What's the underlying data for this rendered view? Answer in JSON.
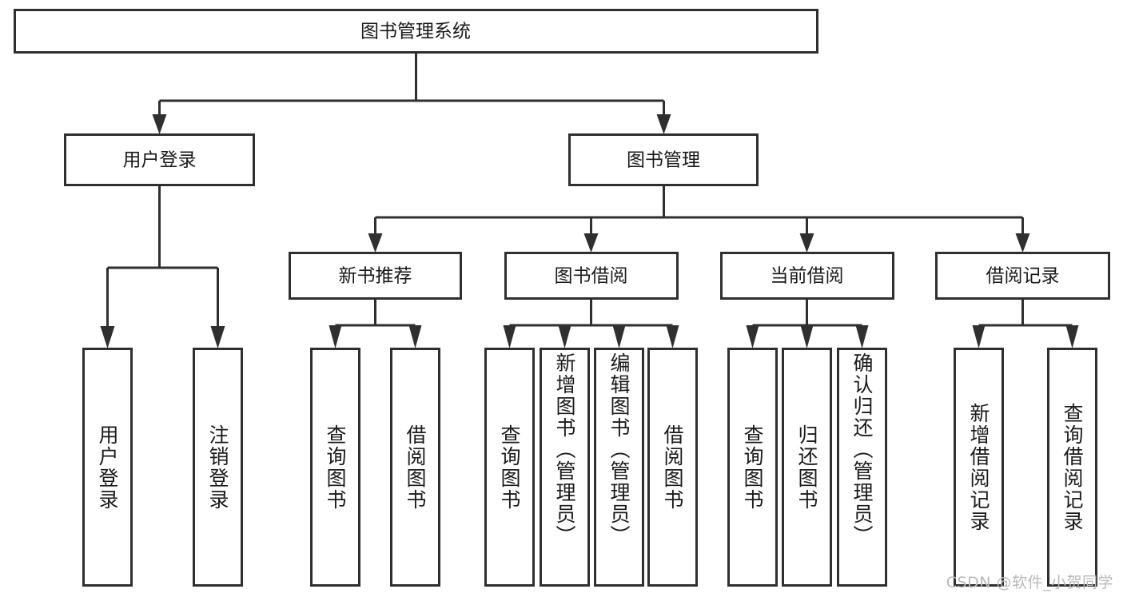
{
  "diagram": {
    "type": "tree",
    "title": "图书管理系统",
    "root": {
      "id": "root",
      "label": "图书管理系统"
    },
    "level2": [
      {
        "id": "user-login",
        "label": "用户登录"
      },
      {
        "id": "book-manage",
        "label": "图书管理"
      }
    ],
    "level3": [
      {
        "id": "new-book-recommend",
        "label": "新书推荐",
        "parent": "book-manage"
      },
      {
        "id": "book-borrow",
        "label": "图书借阅",
        "parent": "book-manage"
      },
      {
        "id": "current-borrow",
        "label": "当前借阅",
        "parent": "book-manage"
      },
      {
        "id": "borrow-record",
        "label": "借阅记录",
        "parent": "book-manage"
      }
    ],
    "leaves": {
      "user-login": [
        {
          "id": "leaf-user-login",
          "label": "用户登录"
        },
        {
          "id": "leaf-logout-login",
          "label": "注销登录"
        }
      ],
      "new-book-recommend": [
        {
          "id": "leaf-query-book-1",
          "label": "查询图书"
        },
        {
          "id": "leaf-borrow-book-1",
          "label": "借阅图书"
        }
      ],
      "book-borrow": [
        {
          "id": "leaf-query-book-2",
          "label": "查询图书"
        },
        {
          "id": "leaf-add-book",
          "label": "新增图书（管理员）"
        },
        {
          "id": "leaf-edit-book",
          "label": "编辑图书（管理员）"
        },
        {
          "id": "leaf-borrow-book-2",
          "label": "借阅图书"
        }
      ],
      "current-borrow": [
        {
          "id": "leaf-query-book-3",
          "label": "查询图书"
        },
        {
          "id": "leaf-return-book",
          "label": "归还图书"
        },
        {
          "id": "leaf-confirm-return",
          "label": "确认归还（管理员）"
        }
      ],
      "borrow-record": [
        {
          "id": "leaf-add-record",
          "label": "新增借阅记录"
        },
        {
          "id": "leaf-query-record",
          "label": "查询借阅记录"
        }
      ]
    },
    "colors": {
      "stroke": "#2f2f2f",
      "fill": "#ffffff",
      "text": "#1a1a1a",
      "watermark": "#b9b9b9"
    }
  },
  "watermark": {
    "text": "CSDN @软件_小贺同学"
  }
}
